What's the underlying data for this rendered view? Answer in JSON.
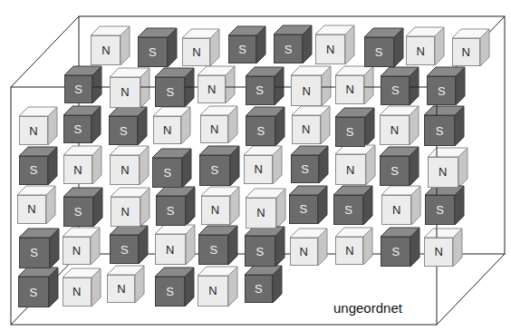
{
  "diagram": {
    "nodes": [
      {
        "text": [
          "N"
        ]
      },
      {
        "text": [
          "S"
        ]
      },
      {
        "text": [
          "N"
        ]
      },
      {
        "text": [
          "S"
        ]
      },
      {
        "text": [
          "S"
        ]
      },
      {
        "text": [
          "N"
        ]
      },
      {
        "text": [
          "S"
        ]
      },
      {
        "text": [
          "N"
        ]
      },
      {
        "text": [
          "N"
        ]
      },
      {
        "text": [
          "S"
        ]
      },
      {
        "text": [
          "N"
        ]
      },
      {
        "text": [
          "S"
        ]
      },
      {
        "text": [
          "N"
        ]
      },
      {
        "text": [
          "S"
        ]
      },
      {
        "text": [
          "N"
        ]
      },
      {
        "text": [
          "N"
        ]
      },
      {
        "text": [
          "S"
        ]
      },
      {
        "text": [
          "S"
        ]
      },
      {
        "text": [
          "N"
        ]
      },
      {
        "text": [
          "S"
        ]
      },
      {
        "text": [
          "S"
        ]
      },
      {
        "text": [
          "N"
        ]
      },
      {
        "text": [
          "N"
        ]
      },
      {
        "text": [
          "S"
        ]
      },
      {
        "text": [
          "N"
        ]
      },
      {
        "text": [
          "S"
        ]
      },
      {
        "text": [
          "N"
        ]
      },
      {
        "text": [
          "S"
        ]
      },
      {
        "text": [
          "S"
        ]
      },
      {
        "text": [
          "N"
        ]
      },
      {
        "text": [
          "N"
        ]
      },
      {
        "text": [
          "S"
        ]
      },
      {
        "text": [
          "S"
        ]
      },
      {
        "text": [
          "N"
        ]
      },
      {
        "text": [
          "S"
        ]
      },
      {
        "text": [
          "N"
        ]
      },
      {
        "text": [
          "S"
        ]
      },
      {
        "text": [
          "N"
        ]
      },
      {
        "text": [
          "N"
        ]
      },
      {
        "text": [
          "S"
        ]
      },
      {
        "text": [
          "N"
        ]
      },
      {
        "text": [
          "S"
        ]
      },
      {
        "text": [
          "N"
        ]
      },
      {
        "text": [
          "N"
        ]
      },
      {
        "text": [
          "S"
        ]
      },
      {
        "text": [
          "S"
        ]
      },
      {
        "text": [
          "N"
        ]
      },
      {
        "text": [
          "S"
        ]
      },
      {
        "text": [
          "S"
        ]
      },
      {
        "text": [
          "N"
        ]
      },
      {
        "text": [
          "S"
        ]
      },
      {
        "text": [
          "N"
        ]
      },
      {
        "text": [
          "S"
        ]
      },
      {
        "text": [
          "S"
        ]
      },
      {
        "text": [
          "N"
        ]
      },
      {
        "text": [
          "N"
        ]
      },
      {
        "text": [
          "S"
        ]
      },
      {
        "text": [
          "N"
        ]
      },
      {
        "text": [
          "S"
        ]
      },
      {
        "text": [
          "N"
        ]
      },
      {
        "text": [
          "N"
        ]
      },
      {
        "text": [
          "S"
        ]
      },
      {
        "text": [
          "N"
        ]
      },
      {
        "text": [
          "S"
        ]
      }
    ],
    "labels": [
      "ungeordnet"
    ]
  }
}
